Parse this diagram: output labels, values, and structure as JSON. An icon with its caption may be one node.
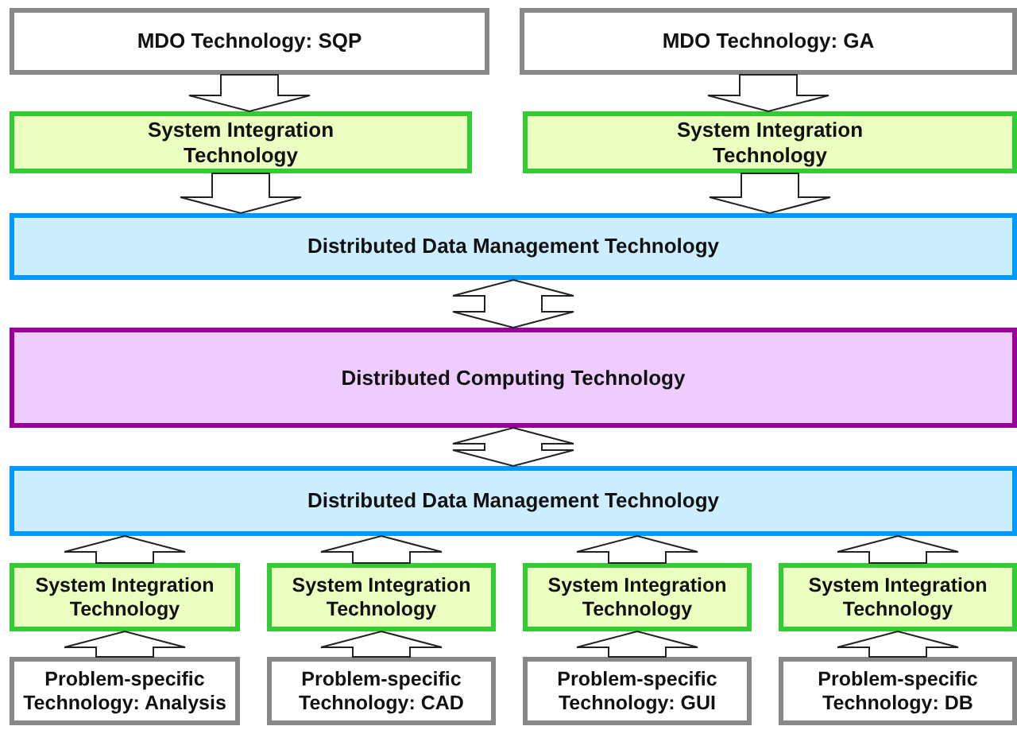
{
  "diagram": {
    "nodes": [
      {
        "text": [
          "MDO Technology: SQP"
        ]
      },
      {
        "text": [
          "MDO Technology: GA"
        ]
      },
      {
        "text": [
          "System Integration Technology"
        ]
      },
      {
        "text": [
          "System Integration Technology"
        ]
      },
      {
        "text": [
          "Distributed Data Management Technology"
        ]
      },
      {
        "text": [
          "Distributed Computing Technology"
        ]
      },
      {
        "text": [
          "Distributed Data Management Technology"
        ]
      },
      {
        "text": [
          "System Integration Technology"
        ]
      },
      {
        "text": [
          "System Integration Technology"
        ]
      },
      {
        "text": [
          "System Integration Technology"
        ]
      },
      {
        "text": [
          "System Integration Technology"
        ]
      },
      {
        "text": [
          "Problem-specific Technology: Analysis"
        ]
      },
      {
        "text": [
          "Problem-specific Technology: CAD"
        ]
      },
      {
        "text": [
          "Problem-specific Technology: GUI"
        ]
      },
      {
        "text": [
          "Problem-specific Technology: DB"
        ]
      }
    ],
    "edges": [
      {
        "from": 0,
        "to": 2,
        "arrow": "to"
      },
      {
        "from": 1,
        "to": 3,
        "arrow": "to"
      },
      {
        "from": 2,
        "to": 4,
        "arrow": "to"
      },
      {
        "from": 3,
        "to": 4,
        "arrow": "to"
      },
      {
        "from": 4,
        "to": 5,
        "arrow": "both"
      },
      {
        "from": 5,
        "to": 6,
        "arrow": "both"
      },
      {
        "from": 7,
        "to": 6,
        "arrow": "to"
      },
      {
        "from": 8,
        "to": 6,
        "arrow": "to"
      },
      {
        "from": 9,
        "to": 6,
        "arrow": "to"
      },
      {
        "from": 10,
        "to": 6,
        "arrow": "to"
      },
      {
        "from": 11,
        "to": 7,
        "arrow": "to"
      },
      {
        "from": 12,
        "to": 8,
        "arrow": "to"
      },
      {
        "from": 13,
        "to": 9,
        "arrow": "to"
      },
      {
        "from": 14,
        "to": 10,
        "arrow": "to"
      }
    ]
  }
}
